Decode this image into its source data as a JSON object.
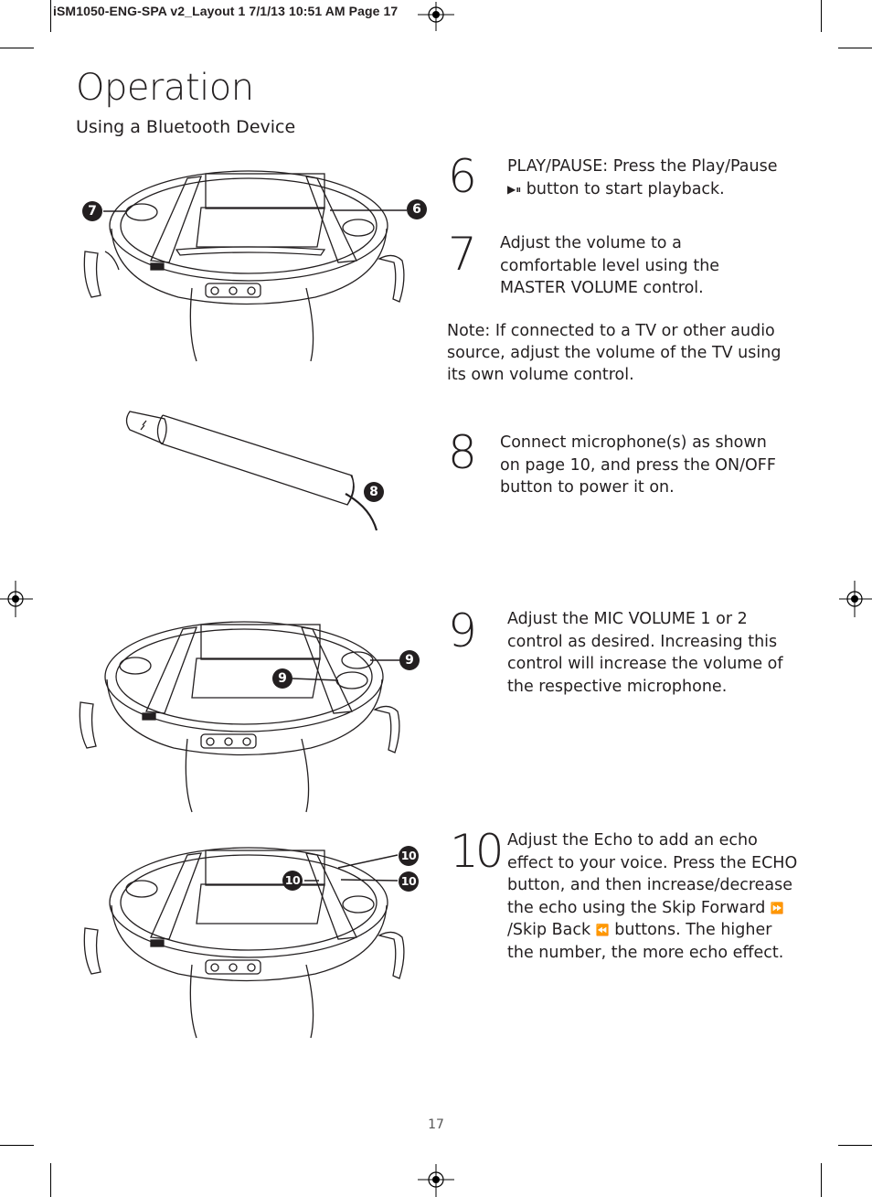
{
  "slug": "iSM1050-ENG-SPA v2_Layout 1  7/1/13  10:51 AM  Page 17",
  "title": "Operation",
  "subtitle": "Using a Bluetooth Device",
  "steps": [
    {
      "num": "6",
      "pre": "PLAY/PAUSE: Press the Play/Pause",
      "icon": "▶⏸",
      "post": " button to start playback."
    },
    {
      "num": "7",
      "text": "Adjust the volume to a comfortable level using the MASTER VOLUME control."
    },
    {
      "num": "8",
      "text": "Connect microphone(s) as shown on page 10, and press the ON/OFF button  to power it on."
    },
    {
      "num": "9",
      "text": "Adjust the MIC VOLUME 1 or 2 control as desired. Increasing this control will increase the volume of the respective microphone."
    },
    {
      "num": "10",
      "pre": "Adjust the Echo to add an echo effect to your voice. Press the ECHO button, and then increase/decrease the echo using the Skip Forward ",
      "icon_fwd": "⏩",
      "mid": "/Skip Back ",
      "icon_back": "⏪",
      "post": " buttons. The higher the number, the more echo effect."
    }
  ],
  "note": {
    "label": "Note:",
    "text": " If connected to a TV or other audio source, adjust the volume of the TV using its own volume control."
  },
  "callouts": {
    "c7": "7",
    "c6": "6",
    "c8": "8",
    "c9a": "9",
    "c9b": "9",
    "c10a": "10",
    "c10b": "10",
    "c10c": "10"
  },
  "page_number": "17"
}
